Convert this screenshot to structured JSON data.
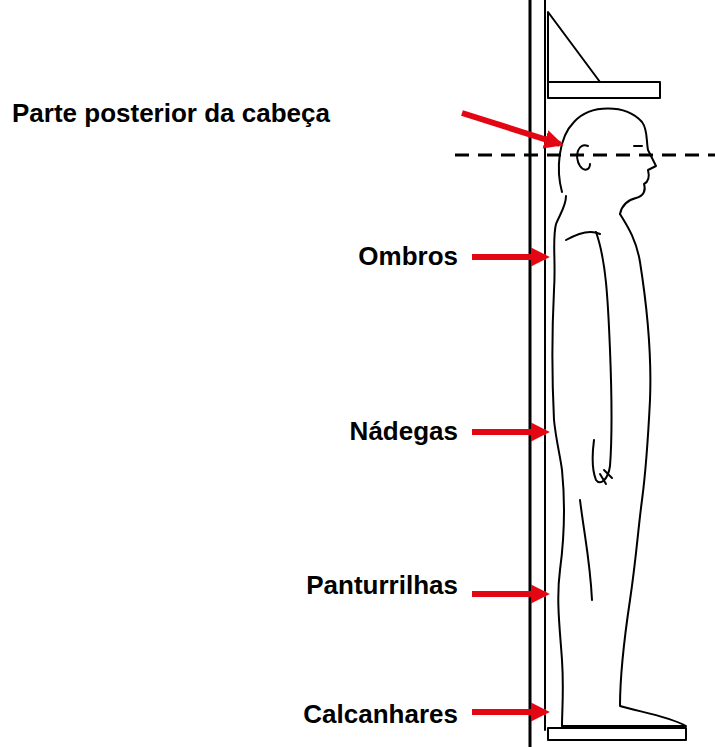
{
  "diagram": {
    "labels": [
      "Parte posterior da cabeça",
      "Ombros",
      "Nádegas",
      "Panturrilhas",
      "Calcanhares"
    ]
  }
}
